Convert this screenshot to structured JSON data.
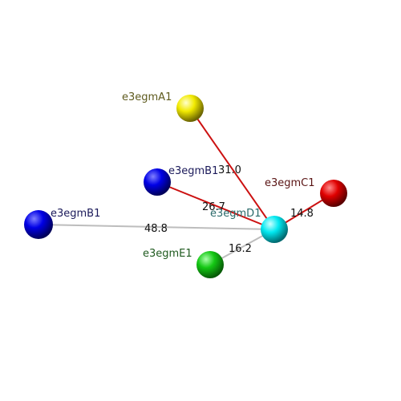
{
  "nodes": [
    {
      "id": "A1",
      "label": "e3egmA1",
      "color": "#f2ea00",
      "label_color": "#5e5a1e"
    },
    {
      "id": "B1a",
      "label": "e3egmB1",
      "color": "#0000e6",
      "label_color": "#1b1a5a"
    },
    {
      "id": "C1",
      "label": "e3egmC1",
      "color": "#e00000",
      "label_color": "#5a1414"
    },
    {
      "id": "D1",
      "label": "e3egmD1",
      "color": "#00e8f0",
      "label_color": "#2a6a6a"
    },
    {
      "id": "B1b",
      "label": "e3egmB1",
      "color": "#0000e6",
      "label_color": "#1b1a5a"
    },
    {
      "id": "E1",
      "label": "e3egmE1",
      "color": "#14c814",
      "label_color": "#1f5a1f"
    }
  ],
  "edges": [
    {
      "from": "D1",
      "to": "A1",
      "distance": "31.0",
      "color": "#cc1111"
    },
    {
      "from": "D1",
      "to": "B1a",
      "distance": "26.7",
      "color": "#cc1111"
    },
    {
      "from": "D1",
      "to": "C1",
      "distance": "14.8",
      "color": "#cc1111"
    },
    {
      "from": "D1",
      "to": "B1b",
      "distance": "48.8",
      "color": "#bdbdbd"
    },
    {
      "from": "D1",
      "to": "E1",
      "distance": "16.2",
      "color": "#bdbdbd"
    }
  ]
}
